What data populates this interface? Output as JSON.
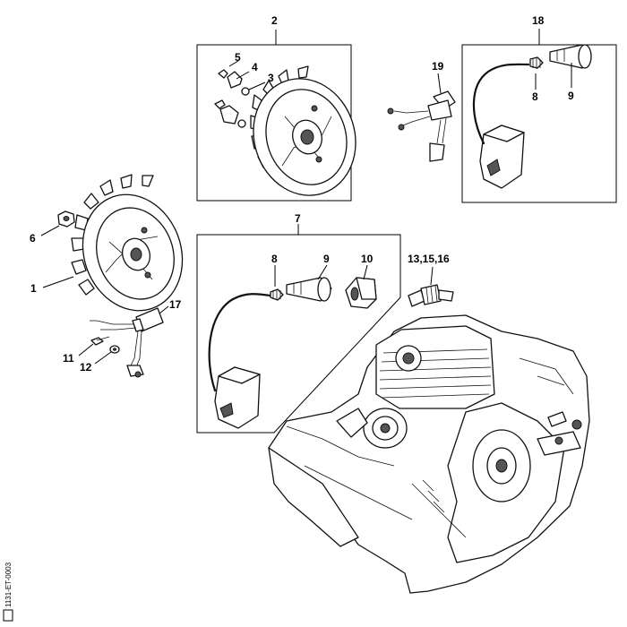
{
  "diagram": {
    "callouts": {
      "c1": "1",
      "c2": "2",
      "c3": "3",
      "c4": "4",
      "c5": "5",
      "c6": "6",
      "c7": "7",
      "c8a": "8",
      "c9a": "9",
      "c10": "10",
      "c11": "11",
      "c12": "12",
      "c13": "13,15,16",
      "c17": "17",
      "c18": "18",
      "c8b": "8",
      "c9b": "9",
      "c19": "19"
    },
    "doc_code": "1131-ET-0003"
  }
}
